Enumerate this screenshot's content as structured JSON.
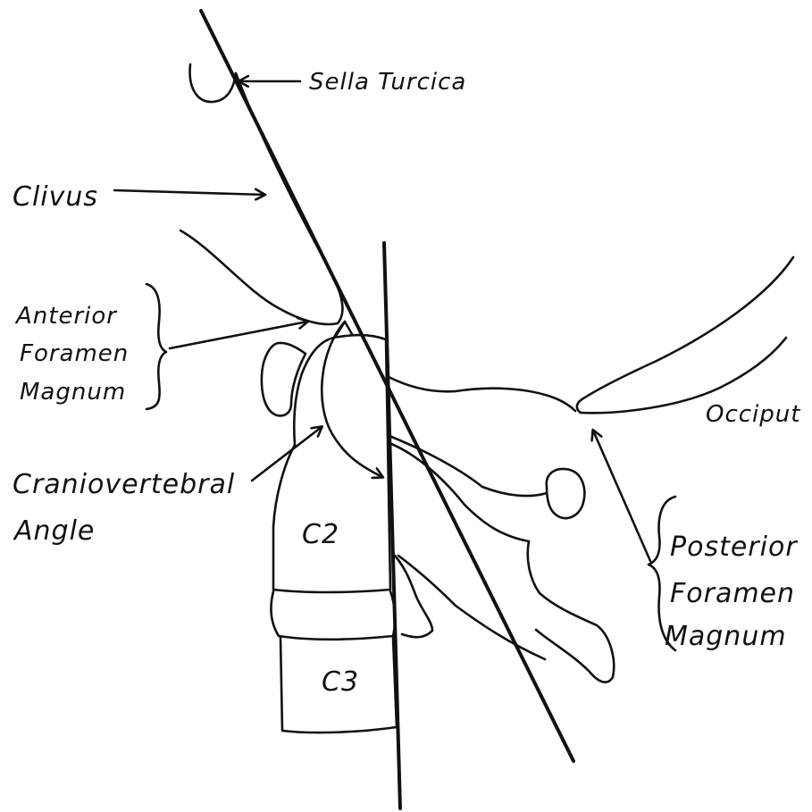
{
  "labels": {
    "sella_turcica": "Sella Turcica",
    "clivus": "Clivus",
    "anterior_foramen_magnum": [
      "Anterior",
      "Foramen",
      "Magnum"
    ],
    "craniovertebral_angle": [
      "Craniovertebral",
      "Angle"
    ],
    "occiput": "Occiput",
    "posterior_foramen_magnum": [
      "Posterior",
      "Foramen",
      "Magnum"
    ],
    "c2": "C2",
    "c3": "C3"
  },
  "colors": {
    "ink": "#111111",
    "background": "#ffffff"
  }
}
